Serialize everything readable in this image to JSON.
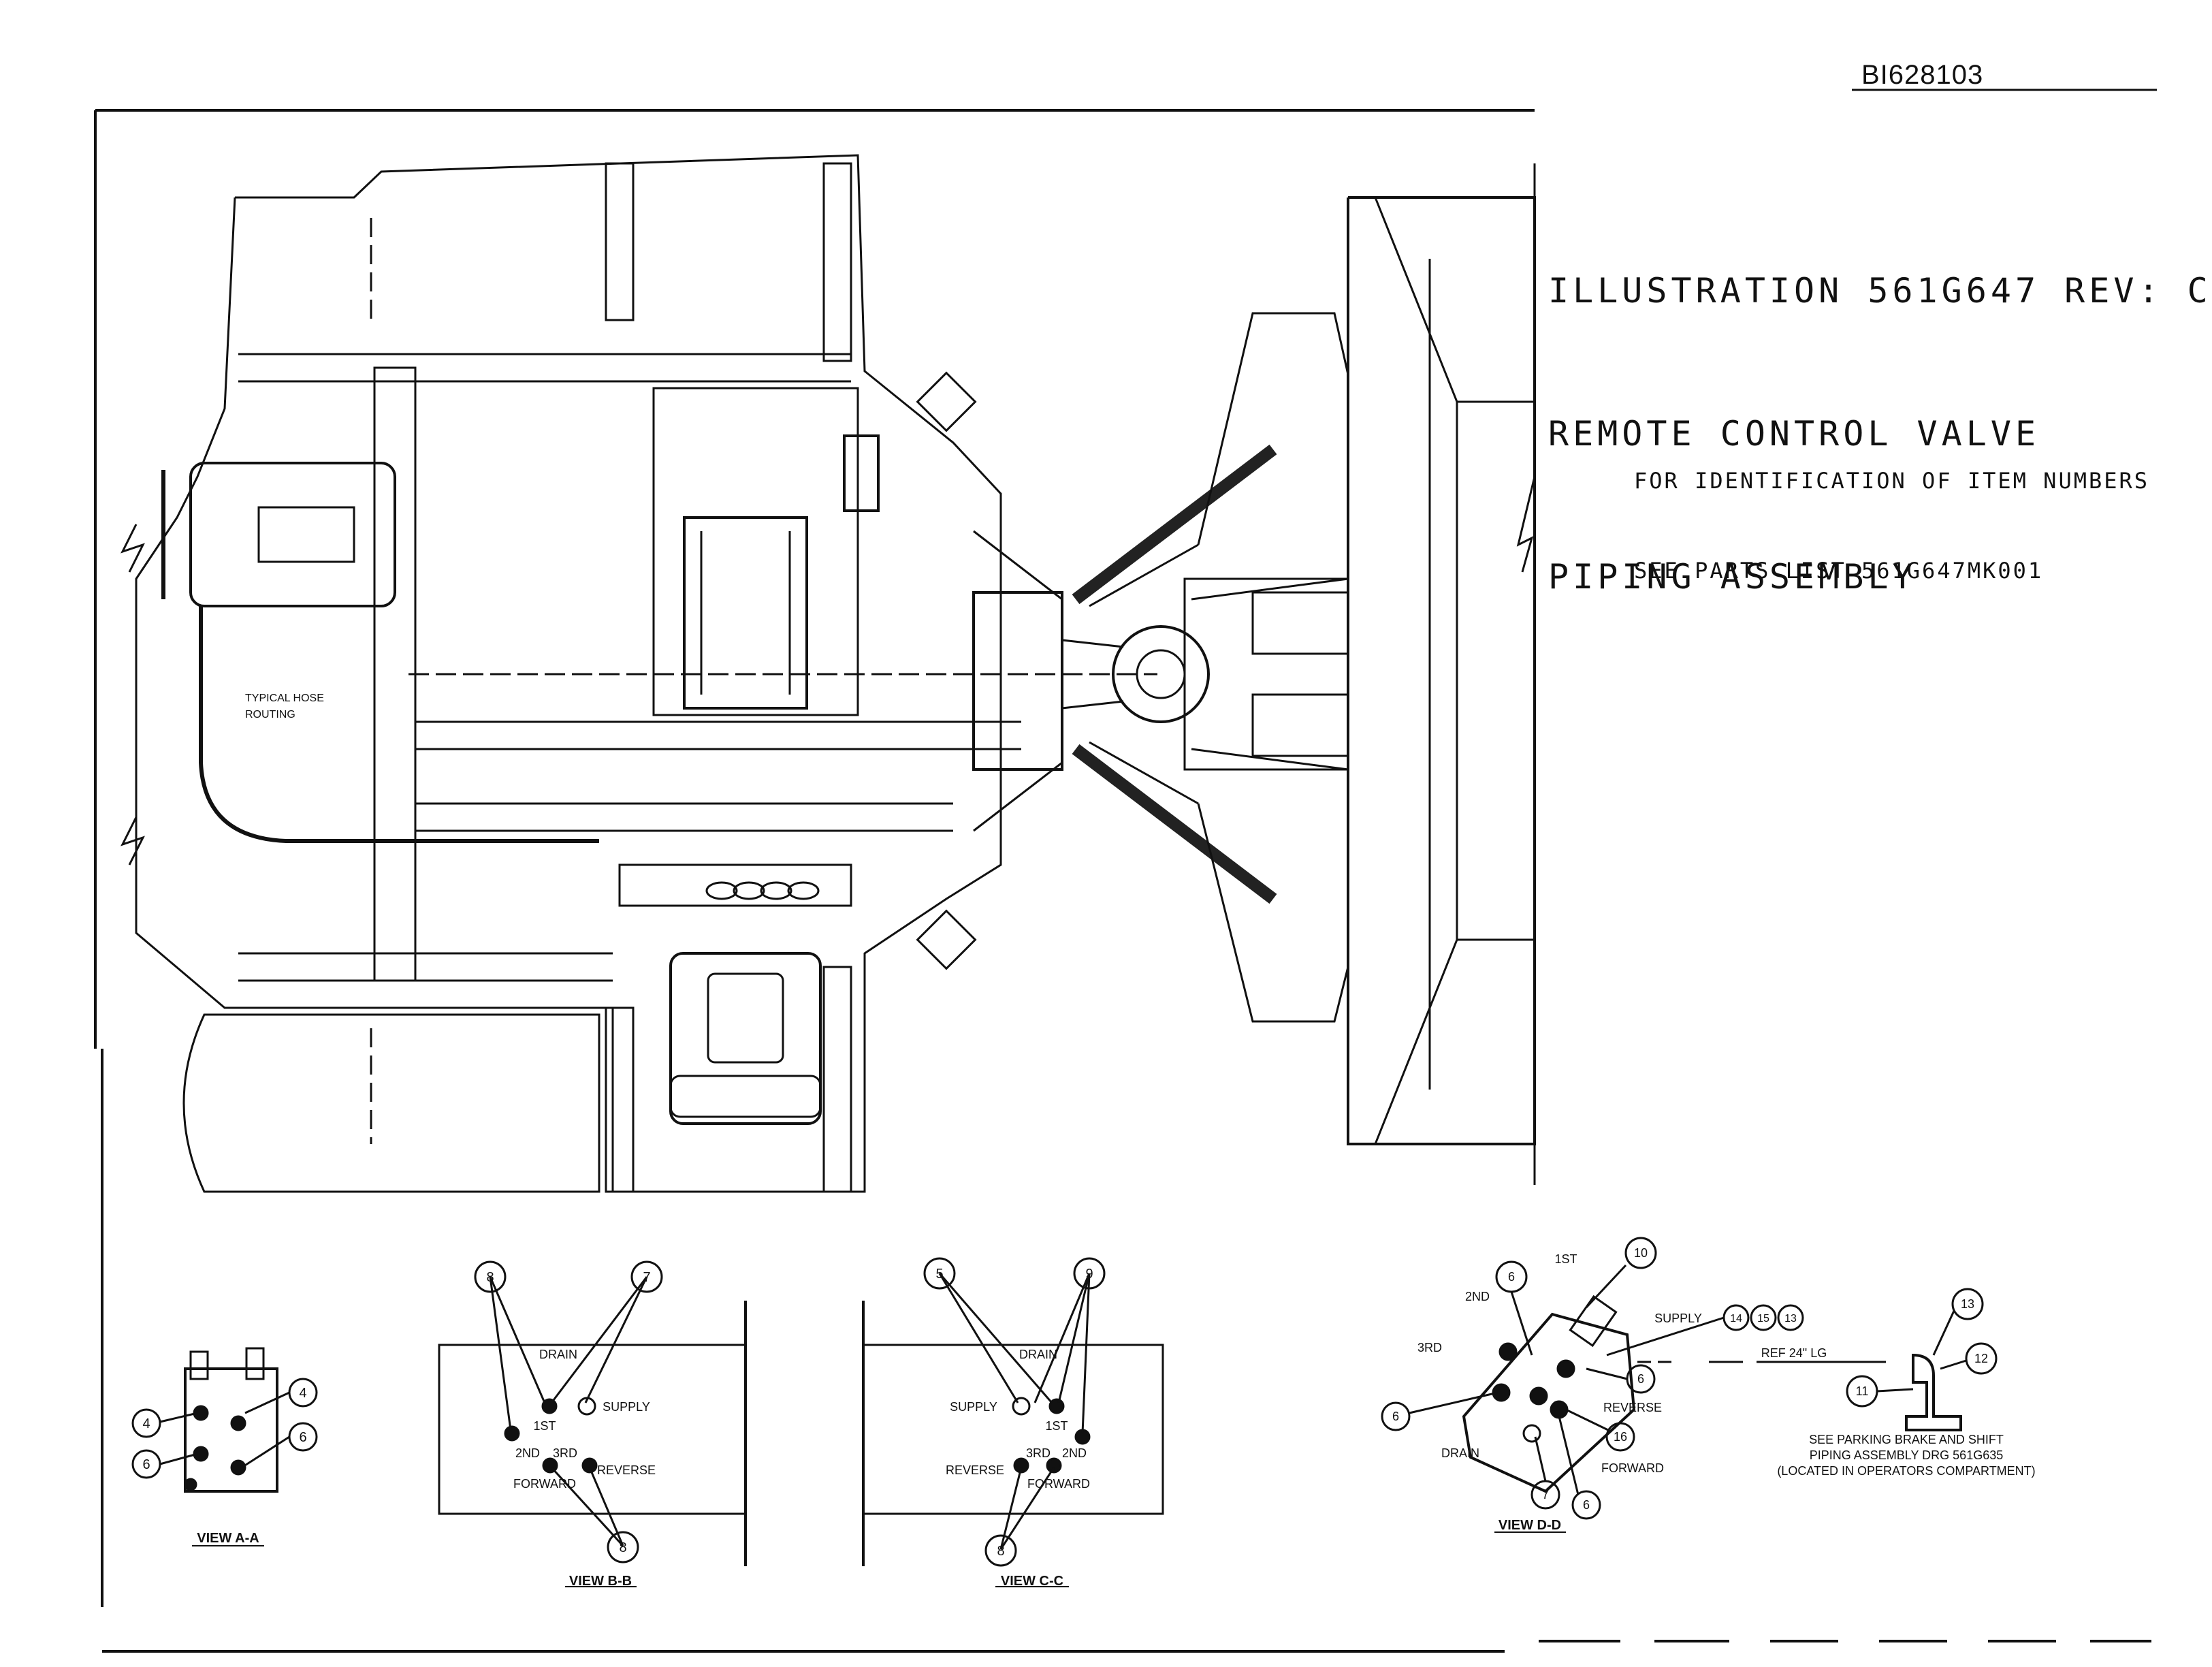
{
  "document": {
    "drawing_id": "BI628103",
    "title_lines": [
      "ILLUSTRATION 561G647 REV: C",
      "REMOTE CONTROL VALVE",
      "PIPING ASSEMBLY"
    ],
    "note_lines": [
      "FOR IDENTIFICATION OF ITEM NUMBERS",
      "SEE PARTS LIST 561G647MK001"
    ]
  },
  "main_view": {
    "hose_note_lines": [
      "TYPICAL HOSE",
      "ROUTING"
    ]
  },
  "view_a": {
    "caption": "VIEW A-A",
    "balloons": [
      "4",
      "4",
      "6",
      "6"
    ]
  },
  "view_b": {
    "caption": "VIEW B-B",
    "balloons": [
      "8",
      "7",
      "8"
    ],
    "labels": {
      "drain": "DRAIN",
      "supply": "SUPPLY",
      "first": "1ST",
      "second": "2ND",
      "third": "3RD",
      "forward": "FORWARD",
      "reverse": "REVERSE"
    }
  },
  "view_c": {
    "caption": "VIEW C-C",
    "balloons": [
      "5",
      "9",
      "8"
    ],
    "labels": {
      "drain": "DRAIN",
      "supply": "SUPPLY",
      "first": "1ST",
      "second": "2ND",
      "third": "3RD",
      "forward": "FORWARD",
      "reverse": "REVERSE"
    }
  },
  "view_d": {
    "caption": "VIEW D-D",
    "balloons": [
      "10",
      "6",
      "14",
      "15",
      "13",
      "6",
      "16",
      "6",
      "7",
      "6"
    ],
    "labels": {
      "first": "1ST",
      "second": "2ND",
      "third": "3RD",
      "supply": "SUPPLY",
      "reverse": "REVERSE",
      "forward": "FORWARD",
      "drain": "DRAIN"
    },
    "ref_length": "REF 24\" LG",
    "fitting_balloons": [
      "13",
      "12",
      "11"
    ],
    "parking_note_lines": [
      "SEE PARKING BRAKE AND SHIFT",
      "PIPING ASSEMBLY DRG 561G635",
      "(LOCATED IN OPERATORS COMPARTMENT)"
    ]
  }
}
